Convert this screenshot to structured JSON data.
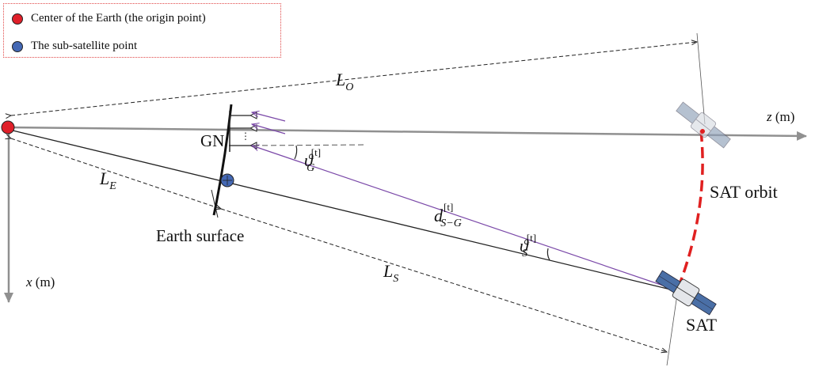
{
  "legend": {
    "origin_label": "Center of the Earth (the origin point)",
    "subsat_label": "The sub-satellite point"
  },
  "labels": {
    "L_O": "L",
    "L_O_sub": "O",
    "L_E": "L",
    "L_E_sub": "E",
    "L_S": "L",
    "L_S_sub": "S",
    "z_axis_var": "z",
    "z_axis_unit": " (m)",
    "x_axis_var": "x",
    "x_axis_unit": " (m)",
    "gn": "GN",
    "earth_surface": "Earth surface",
    "sat_orbit": "SAT orbit",
    "sat": "SAT",
    "theta_g": "ϑ",
    "theta_g_sub": "G",
    "theta_g_sup": "[t]",
    "theta_s": "ϑ",
    "theta_s_sub": "S",
    "theta_s_sup": "[t]",
    "d": "d",
    "d_sub": "S−G",
    "d_sup": "[t]"
  },
  "colors": {
    "origin": "#e0202a",
    "subsatellite": "#4468b4",
    "orbit": "#e02020",
    "signal": "#7a48a8",
    "axis": "#909090",
    "legend_border": "#e04848"
  }
}
